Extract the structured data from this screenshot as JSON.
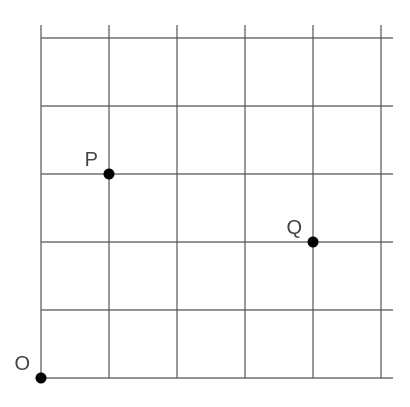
{
  "grid": {
    "columns": 5,
    "rows": 5,
    "line_color": "#555555"
  },
  "points": [
    {
      "label": "O",
      "x": 0,
      "y": 0
    },
    {
      "label": "P",
      "x": 1,
      "y": 3
    },
    {
      "label": "Q",
      "x": 4,
      "y": 2
    }
  ]
}
